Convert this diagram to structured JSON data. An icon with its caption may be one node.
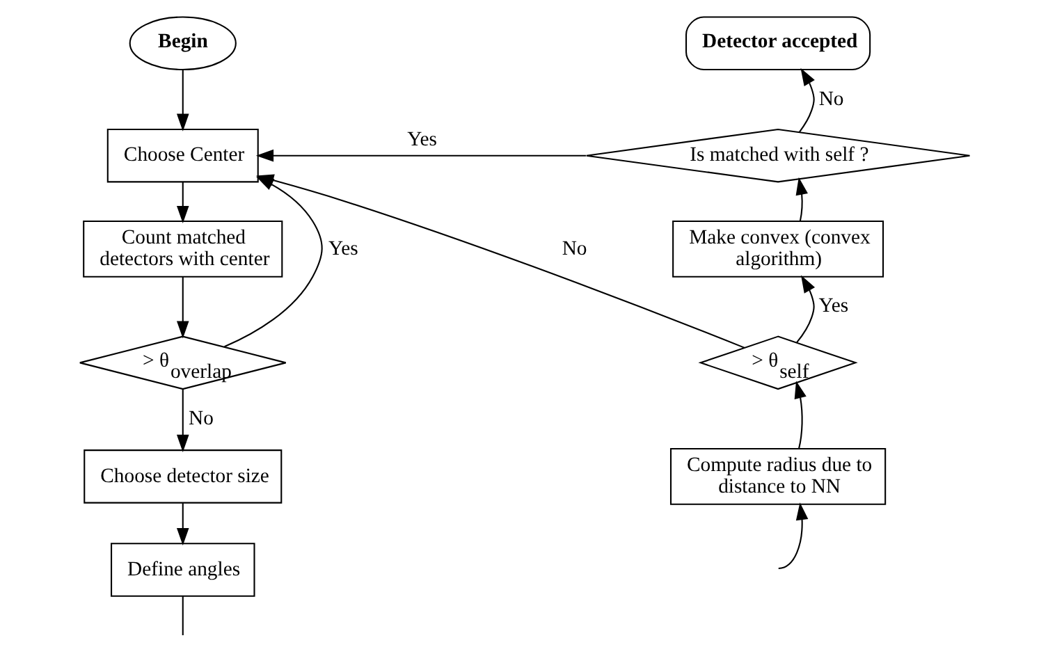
{
  "diagram": {
    "nodes": [
      {
        "text": [
          "Begin"
        ]
      },
      {
        "text": [
          "Choose Center"
        ]
      },
      {
        "text": [
          "Count matched detectors with center"
        ]
      },
      {
        "text": [
          "> θ$_{overlap}$"
        ]
      },
      {
        "text": [
          "Choose detector size"
        ]
      },
      {
        "text": [
          "Define angles"
        ]
      },
      {
        "text": [
          "Detector accepted"
        ]
      },
      {
        "text": [
          "Is matched with self ?"
        ]
      },
      {
        "text": [
          "Make convex (convex algorithm)"
        ]
      },
      {
        "text": [
          "> θ$_{self}$"
        ]
      },
      {
        "text": [
          "Compute radius due to distance to NN"
        ]
      }
    ],
    "edges": [
      {
        "from": 0,
        "to": 1,
        "arrow": "to"
      },
      {
        "from": 1,
        "to": 2,
        "arrow": "to"
      },
      {
        "from": 2,
        "to": 3,
        "arrow": "to"
      },
      {
        "from": 3,
        "to": 1,
        "arrow": "to",
        "label": "Yes"
      },
      {
        "from": 3,
        "to": 4,
        "arrow": "to",
        "label": "No"
      },
      {
        "from": 4,
        "to": 5,
        "arrow": "to"
      },
      {
        "from": 5,
        "to": null,
        "arrow": "none"
      },
      {
        "from": null,
        "to": 10,
        "arrow": "to"
      },
      {
        "from": 10,
        "to": 9,
        "arrow": "to"
      },
      {
        "from": 9,
        "to": 8,
        "arrow": "to",
        "label": "Yes"
      },
      {
        "from": 9,
        "to": 1,
        "arrow": "to",
        "label": "No"
      },
      {
        "from": 8,
        "to": 7,
        "arrow": "to"
      },
      {
        "from": 7,
        "to": 6,
        "arrow": "to",
        "label": "No"
      },
      {
        "from": 7,
        "to": 1,
        "arrow": "to",
        "label": "Yes"
      }
    ]
  }
}
